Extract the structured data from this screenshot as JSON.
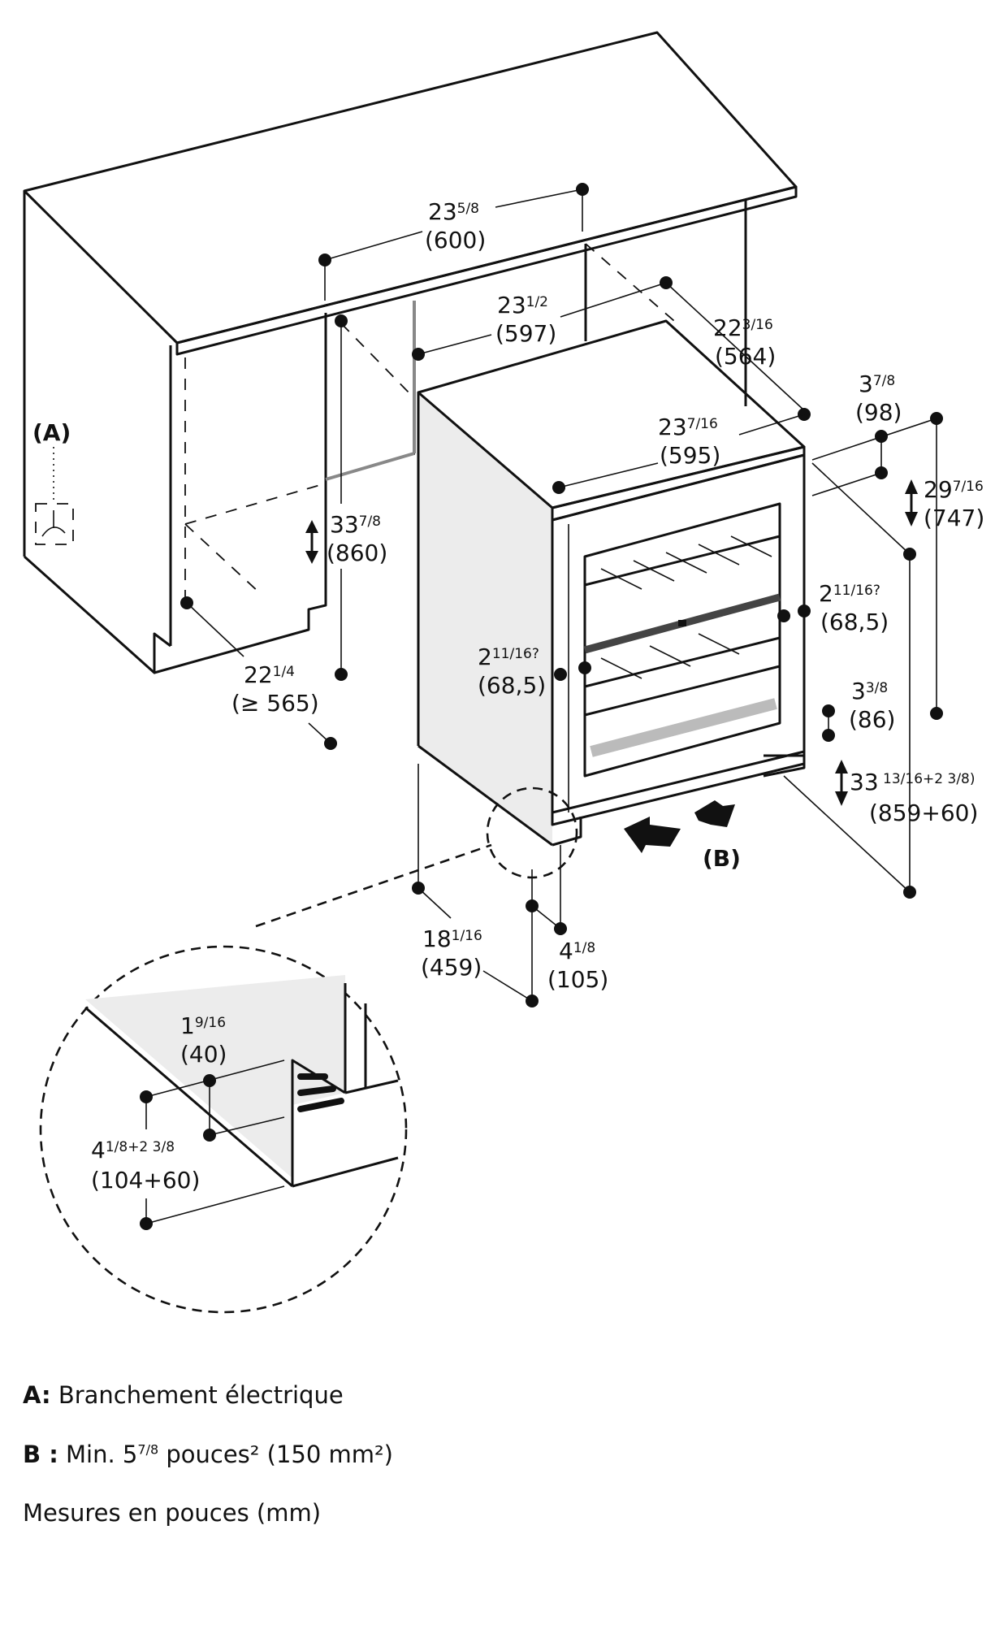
{
  "callouts": {
    "A": "(A)",
    "B": "(B)"
  },
  "dimensions": {
    "niche_width": {
      "in_whole": "23",
      "in_frac": "5/8",
      "mm": "(600)"
    },
    "niche_width_inner": {
      "in_whole": "23",
      "in_frac": "1/2",
      "mm": "(597)"
    },
    "appliance_depth": {
      "in_whole": "22",
      "in_frac": "3/16",
      "mm": "(564)"
    },
    "appliance_width": {
      "in_whole": "23",
      "in_frac": "7/16",
      "mm": "(595)"
    },
    "top_offset": {
      "in_whole": "3",
      "in_frac": "7/8",
      "mm": "(98)"
    },
    "door_height": {
      "in_whole": "29",
      "in_frac": "7/16",
      "mm": "(747)"
    },
    "niche_height": {
      "in_whole": "33",
      "in_frac": "7/8",
      "mm": "(860)"
    },
    "niche_depth": {
      "in_whole": "22",
      "in_frac": "1/4",
      "mm": "(≥ 565)"
    },
    "side_gap_right": {
      "in_whole": "2",
      "in_frac": "11/16?",
      "mm": "(68,5)"
    },
    "side_gap_left": {
      "in_whole": "2",
      "in_frac": "11/16?",
      "mm": "(68,5)"
    },
    "plinth_offset": {
      "in_whole": "3",
      "in_frac": "3/8",
      "mm": "(86)"
    },
    "total_height": {
      "in_whole": "33",
      "in_frac": " 13/16+2 3/8)",
      "mm": "(859+60)"
    },
    "side_depth": {
      "in_whole": "18",
      "in_frac": "1/16",
      "mm": "(459)"
    },
    "plinth_depth": {
      "in_whole": "4",
      "in_frac": "1/8",
      "mm": "(105)"
    },
    "detail_vent": {
      "in_whole": "1",
      "in_frac": "9/16",
      "mm": "(40)"
    },
    "detail_plinth": {
      "in_whole": "4",
      "in_frac": "1/8+2 3/8",
      "mm": "(104+60)"
    }
  },
  "legend": {
    "a_key": "A:",
    "a_text": "Branchement électrique",
    "b_key": "B :",
    "b_text_pre": "Min. 5",
    "b_frac": "7/8",
    "b_text_post": " pouces² (150 mm²)",
    "units_note": "Mesures en pouces (mm)"
  }
}
